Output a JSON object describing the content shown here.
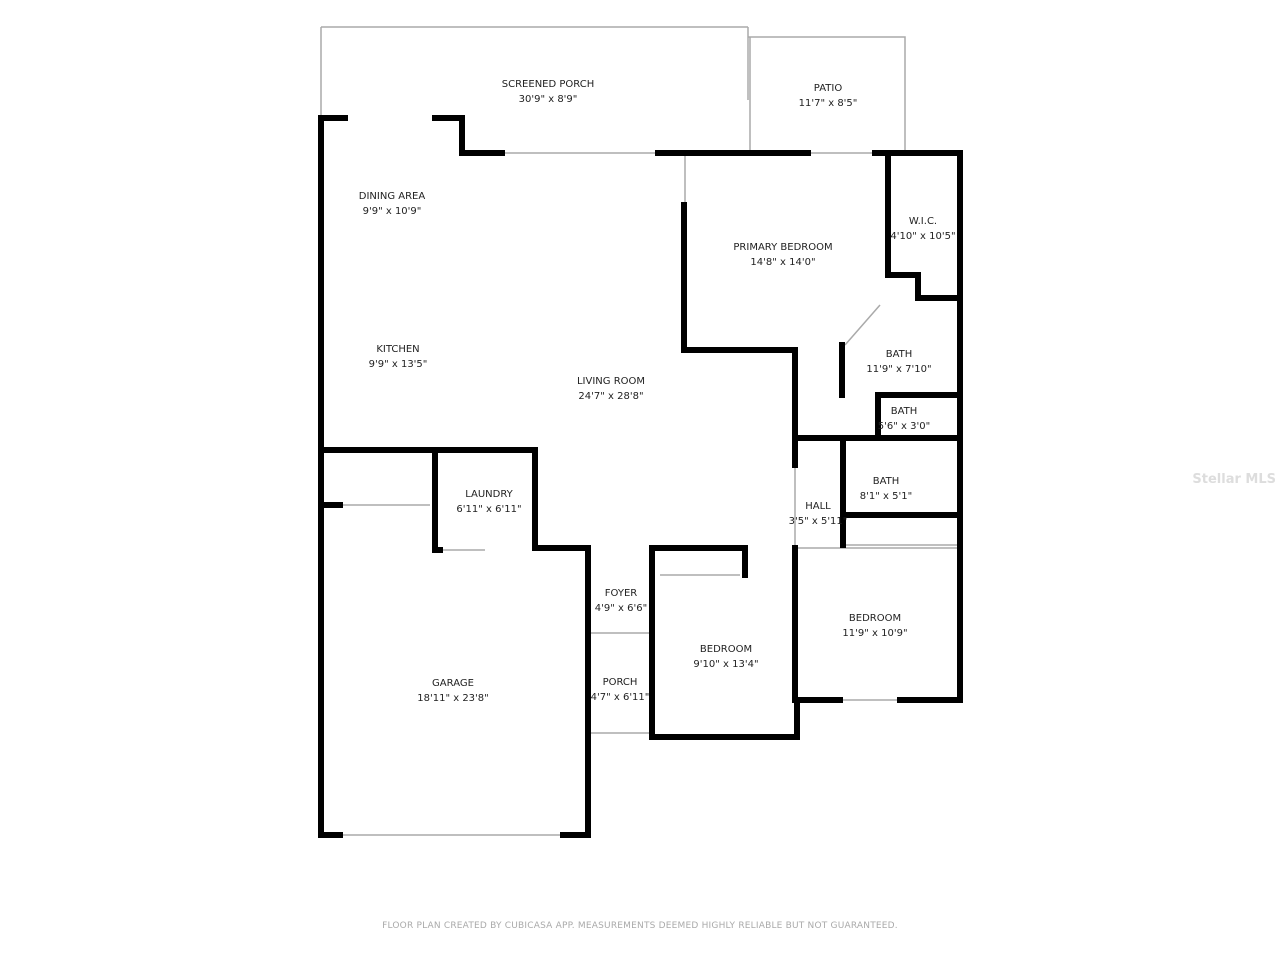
{
  "rooms": [
    {
      "name": "SCREENED PORCH",
      "dimensions": "30'9\" x 8'9\""
    },
    {
      "name": "PATIO",
      "dimensions": "11'7\" x 8'5\""
    },
    {
      "name": "DINING AREA",
      "dimensions": "9'9\" x 10'9\""
    },
    {
      "name": "PRIMARY BEDROOM",
      "dimensions": "14'8\" x 14'0\""
    },
    {
      "name": "W.I.C.",
      "dimensions": "4'10\" x 10'5\""
    },
    {
      "name": "KITCHEN",
      "dimensions": "9'9\" x 13'5\""
    },
    {
      "name": "LIVING ROOM",
      "dimensions": "24'7\" x 28'8\""
    },
    {
      "name": "BATH",
      "dimensions": "11'9\" x 7'10\""
    },
    {
      "name": "BATH",
      "dimensions": "5'6\" x 3'0\""
    },
    {
      "name": "BATH",
      "dimensions": "8'1\" x 5'1\""
    },
    {
      "name": "LAUNDRY",
      "dimensions": "6'11\" x 6'11\""
    },
    {
      "name": "HALL",
      "dimensions": "3'5\" x 5'11\""
    },
    {
      "name": "FOYER",
      "dimensions": "4'9\" x 6'6\""
    },
    {
      "name": "BEDROOM",
      "dimensions": "11'9\" x 10'9\""
    },
    {
      "name": "BEDROOM",
      "dimensions": "9'10\" x 13'4\""
    },
    {
      "name": "GARAGE",
      "dimensions": "18'11\" x 23'8\""
    },
    {
      "name": "PORCH",
      "dimensions": "4'7\" x 6'11\""
    }
  ],
  "footer": "FLOOR PLAN CREATED BY CUBICASA APP. MEASUREMENTS DEEMED HIGHLY RELIABLE BUT NOT GUARANTEED.",
  "watermark": "Stellar MLS",
  "colors": {
    "wall": "#000000",
    "thin_line": "#999999",
    "text": "#222222"
  }
}
